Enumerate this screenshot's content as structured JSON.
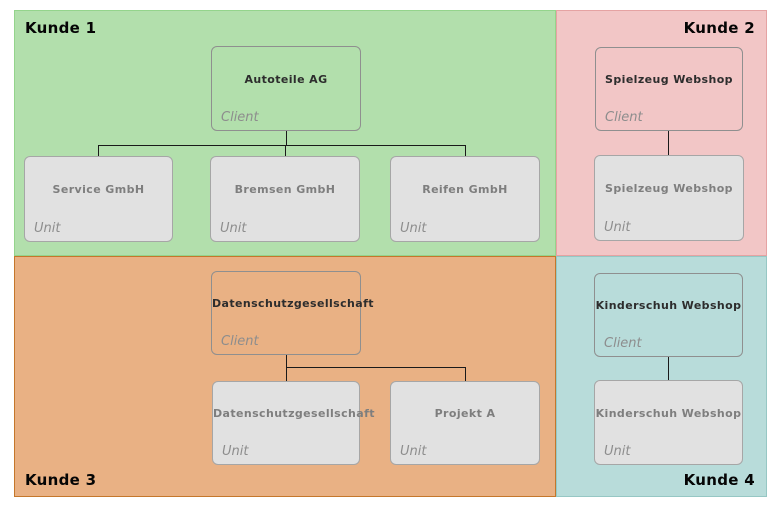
{
  "quadrants": [
    {
      "id": "kunde-1",
      "label": "Kunde 1",
      "fill": "#b2dfac",
      "border": "#94d48c",
      "label_position": "top-left"
    },
    {
      "id": "kunde-2",
      "label": "Kunde 2",
      "fill": "#f2c6c6",
      "border": "#e5a3a3",
      "label_position": "top-right"
    },
    {
      "id": "kunde-3",
      "label": "Kunde 3",
      "fill": "#e9b184",
      "border": "#c5772b",
      "label_position": "bottom-left"
    },
    {
      "id": "kunde-4",
      "label": "Kunde 4",
      "fill": "#b8dcda",
      "border": "#96c7c4",
      "label_position": "bottom-right"
    }
  ],
  "nodes": [
    {
      "id": "autoteile-ag",
      "title": "Autoteile AG",
      "type_label": "Client",
      "kind": "client",
      "quadrant": "Kunde 1"
    },
    {
      "id": "service-gmbh",
      "title": "Service GmbH",
      "type_label": "Unit",
      "kind": "unit",
      "quadrant": "Kunde 1"
    },
    {
      "id": "bremsen-gmbh",
      "title": "Bremsen GmbH",
      "type_label": "Unit",
      "kind": "unit",
      "quadrant": "Kunde 1"
    },
    {
      "id": "reifen-gmbh",
      "title": "Reifen GmbH",
      "type_label": "Unit",
      "kind": "unit",
      "quadrant": "Kunde 1"
    },
    {
      "id": "spielzeug-webshop-client",
      "title": "Spielzeug Webshop",
      "type_label": "Client",
      "kind": "client",
      "quadrant": "Kunde 2"
    },
    {
      "id": "spielzeug-webshop-unit",
      "title": "Spielzeug Webshop",
      "type_label": "Unit",
      "kind": "unit",
      "quadrant": "Kunde 2"
    },
    {
      "id": "datenschutzgesellschaft-client",
      "title": "Datenschutzgesellschaft",
      "type_label": "Client",
      "kind": "client",
      "quadrant": "Kunde 3"
    },
    {
      "id": "datenschutzgesellschaft-unit",
      "title": "Datenschutzgesellschaft",
      "type_label": "Unit",
      "kind": "unit",
      "quadrant": "Kunde 3"
    },
    {
      "id": "projekt-a",
      "title": "Projekt A",
      "type_label": "Unit",
      "kind": "unit",
      "quadrant": "Kunde 3"
    },
    {
      "id": "kinderschuh-webshop-client",
      "title": "Kinderschuh Webshop",
      "type_label": "Client",
      "kind": "client",
      "quadrant": "Kunde 4"
    },
    {
      "id": "kinderschuh-webshop-unit",
      "title": "Kinderschuh Webshop",
      "type_label": "Unit",
      "kind": "unit",
      "quadrant": "Kunde 4"
    }
  ],
  "edges": [
    {
      "from": "Autoteile AG",
      "to": "Service GmbH"
    },
    {
      "from": "Autoteile AG",
      "to": "Bremsen GmbH"
    },
    {
      "from": "Autoteile AG",
      "to": "Reifen GmbH"
    },
    {
      "from": "Spielzeug Webshop (Client)",
      "to": "Spielzeug Webshop (Unit)"
    },
    {
      "from": "Datenschutzgesellschaft (Client)",
      "to": "Datenschutzgesellschaft (Unit)"
    },
    {
      "from": "Datenschutzgesellschaft (Client)",
      "to": "Projekt A"
    },
    {
      "from": "Kinderschuh Webshop (Client)",
      "to": "Kinderschuh Webshop (Unit)"
    }
  ],
  "colors": {
    "background": "#ffffff",
    "unit_fill": "#e1e1e1",
    "unit_border": "#a6a6a6",
    "client_border": "#8f8f8f",
    "connector": "#1a1a1a",
    "client_title_text": "#2d2d2d",
    "unit_title_text": "#7e7e7e",
    "type_label_text": "#8d8d8d"
  }
}
